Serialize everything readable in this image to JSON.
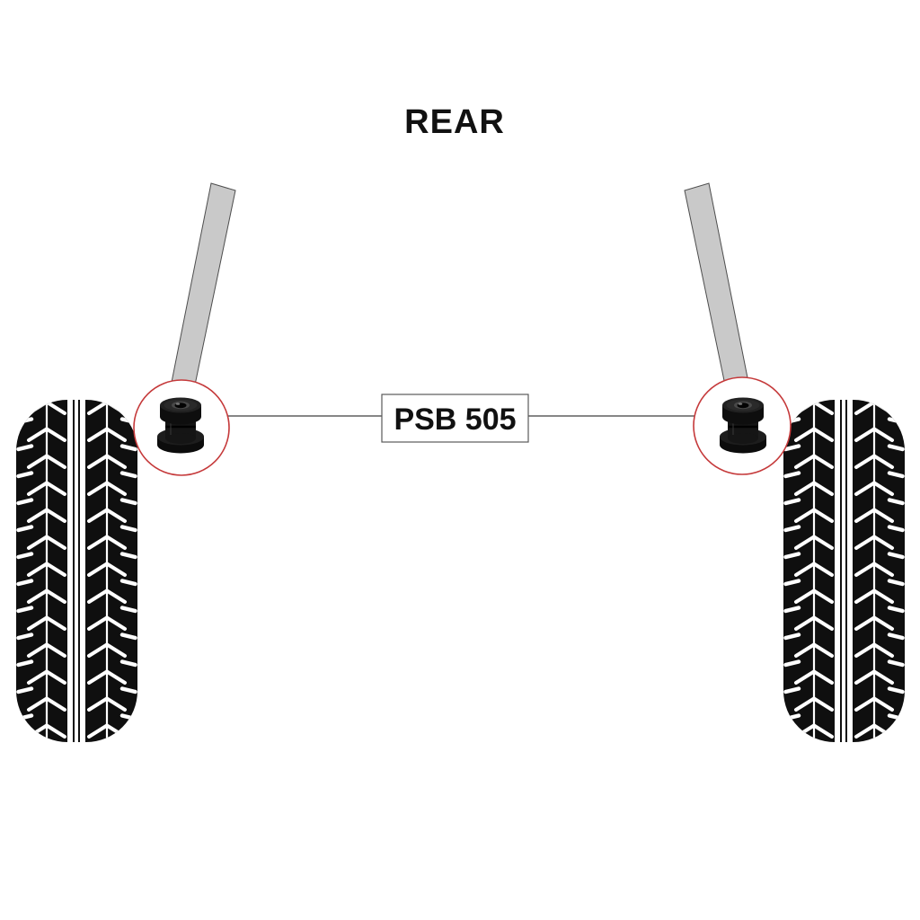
{
  "title": "REAR",
  "part_label": {
    "text": "PSB 505"
  },
  "colors": {
    "background": "#ffffff",
    "title_text": "#111111",
    "highlight_red": "#c5393a",
    "arm_gray": "#c9c9c9",
    "arm_outline": "#4d4d4d",
    "tire_black": "#0f0f0f",
    "tread_white": "#ffffff",
    "connector": "#3f3f3f",
    "label_border": "#595959",
    "label_text": "#111111"
  },
  "parts": {
    "left_tire": "rear left tire",
    "right_tire": "rear right tire",
    "left_control_arm": "left trailing arm",
    "right_control_arm": "right trailing arm",
    "left_bushing": "control arm bushing (left)",
    "right_bushing": "control arm bushing (right)"
  }
}
